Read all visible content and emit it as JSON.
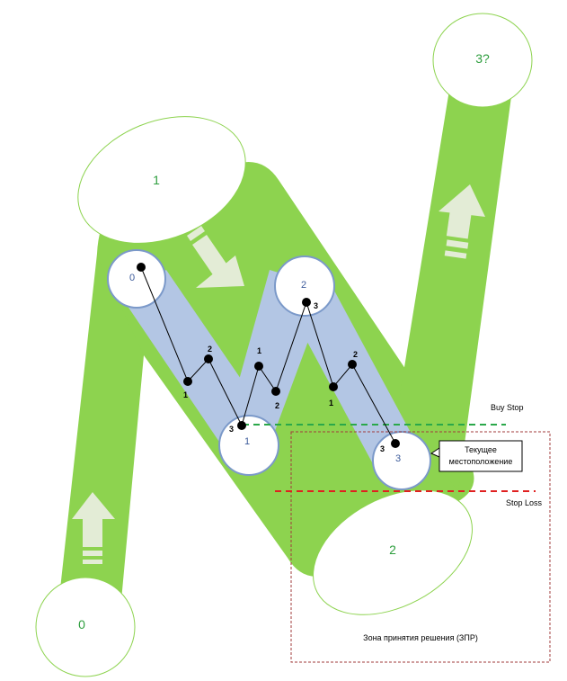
{
  "colors": {
    "green_band": "#8dd34f",
    "blue_band": "#b3c6e4",
    "circle_stroke": "#7b99c9",
    "green_text": "#2e9e3e",
    "blue_text": "#3b5a9a",
    "buy_stop_line": "#2aa84a",
    "stop_loss_line": "#e02020",
    "zone_border": "#a23b3b",
    "arrow_fill": "#e3ecd6"
  },
  "big_waves": {
    "wave0": "0",
    "wave1": "1",
    "wave2": "2",
    "wave3": "3?"
  },
  "small_waves": {
    "wave0": "0",
    "wave1": "1",
    "wave2": "2",
    "wave3": "3"
  },
  "point_labels": {
    "a1": "1",
    "a2": "2",
    "a3": "3",
    "b1": "1",
    "b2": "2",
    "b3": "3",
    "c1": "1",
    "c2": "2",
    "c3": "3"
  },
  "levels": {
    "buy_stop": "Buy Stop",
    "stop_loss": "Stop Loss"
  },
  "callout": {
    "line1": "Текущее",
    "line2": "местоположение"
  },
  "zone": {
    "label": "Зона принятия решения (ЗПР)"
  }
}
